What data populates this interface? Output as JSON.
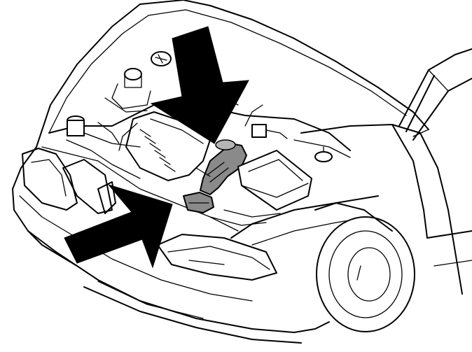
{
  "figure": {
    "subject": "car-front-engine-bay-open-hood",
    "callouts": [
      {
        "name": "arrow-pointing-down",
        "target": "air-intake-hose"
      },
      {
        "name": "arrow-pointing-up-right",
        "target": "air-intake-hose-lower"
      }
    ],
    "colors": {
      "line": "#000000",
      "background": "#ffffff",
      "hose": "#8a8a8a"
    }
  }
}
